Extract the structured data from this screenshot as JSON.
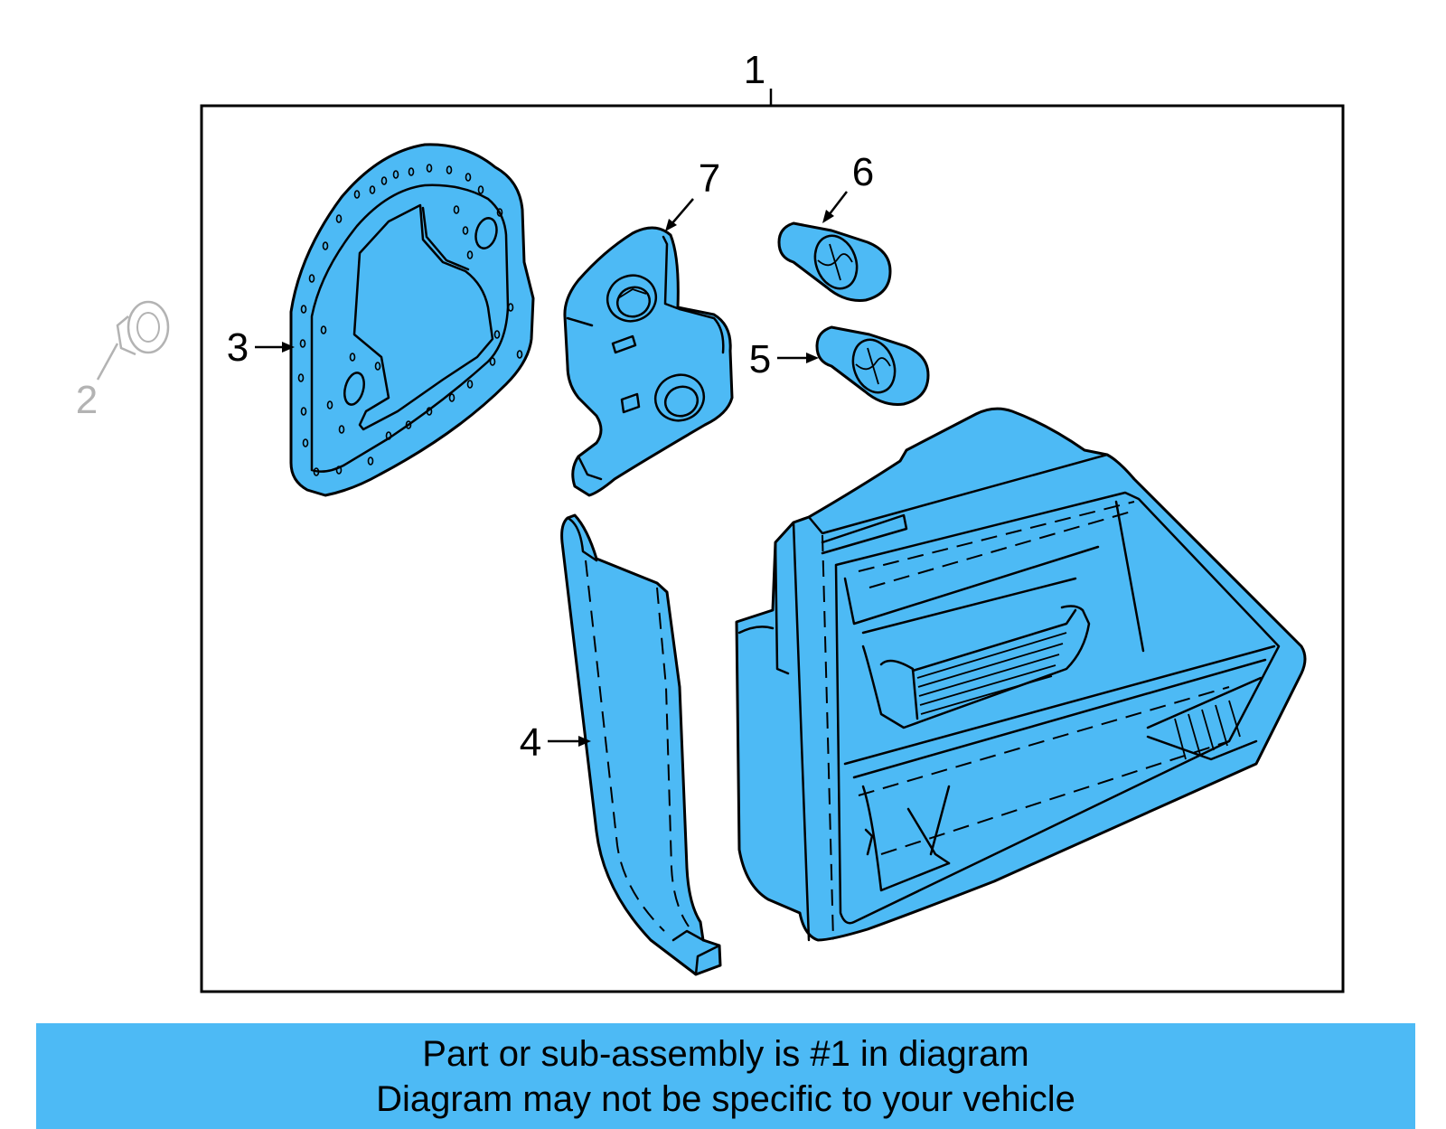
{
  "callouts": {
    "c1": "1",
    "c2": "2",
    "c3": "3",
    "c4": "4",
    "c5": "5",
    "c6": "6",
    "c7": "7"
  },
  "banner": {
    "line1": "Part or sub-assembly is #1 in diagram",
    "line2": "Diagram may not be specific to your vehicle"
  },
  "colors": {
    "part_fill": "#4DBAF5",
    "banner_bg": "#4DBAF5",
    "outline": "#000000",
    "ghost_part": "#b3b3b3"
  }
}
